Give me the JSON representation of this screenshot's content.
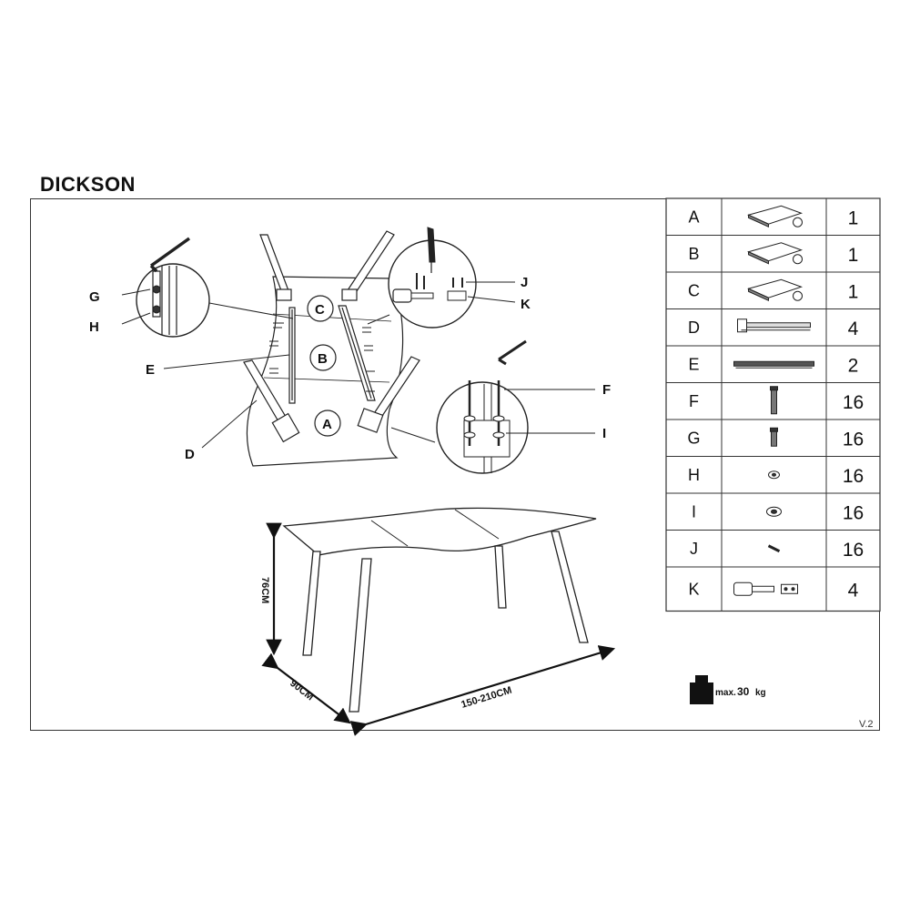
{
  "title": "DICKSON",
  "version": "V.2",
  "callouts": {
    "G": "G",
    "H": "H",
    "E": "E",
    "D": "D",
    "J": "J",
    "K": "K",
    "F": "F",
    "I": "I",
    "C": "C",
    "B": "B",
    "A": "A"
  },
  "dimensions": {
    "height": "76CM",
    "depth": "90CM",
    "length": "150-210CM"
  },
  "max_load": {
    "prefix": "max.",
    "value": "30",
    "unit": "kg"
  },
  "parts": [
    {
      "label": "A",
      "icon": "tabletop-panel-icon",
      "qty": "1"
    },
    {
      "label": "B",
      "icon": "tabletop-panel-icon",
      "qty": "1"
    },
    {
      "label": "C",
      "icon": "tabletop-panel-icon",
      "qty": "1"
    },
    {
      "label": "D",
      "icon": "leg-bracket-icon",
      "qty": "4"
    },
    {
      "label": "E",
      "icon": "rail-icon",
      "qty": "2"
    },
    {
      "label": "F",
      "icon": "long-bolt-icon",
      "qty": "16"
    },
    {
      "label": "G",
      "icon": "short-bolt-icon",
      "qty": "16"
    },
    {
      "label": "H",
      "icon": "small-washer-icon",
      "qty": "16"
    },
    {
      "label": "I",
      "icon": "washer-icon",
      "qty": "16"
    },
    {
      "label": "J",
      "icon": "screw-icon",
      "qty": "16"
    },
    {
      "label": "K",
      "icon": "latch-icon",
      "qty": "4"
    }
  ]
}
